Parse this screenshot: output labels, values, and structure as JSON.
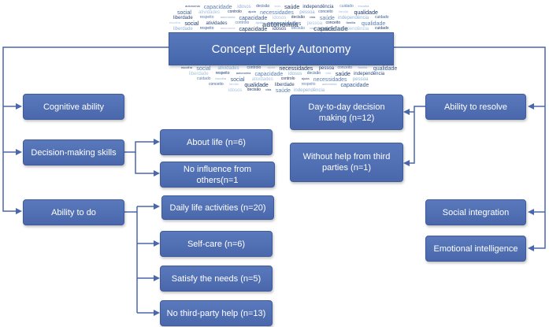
{
  "title": "Concept Elderly Autonomy",
  "word_cloud": [
    "autonomia",
    "capacidade",
    "idosos",
    "decisão",
    "vida",
    "saúde",
    "independência",
    "cuidado",
    "escolha",
    "social",
    "atividades",
    "controlo",
    "ajuda",
    "necessidades",
    "pessoa",
    "conceito",
    "família",
    "qualidade",
    "liberdade",
    "respeito"
  ],
  "left": {
    "cognitive": "Cognitive ability",
    "decision": "Decision-making skills",
    "do": "Ability to do"
  },
  "decision_children": [
    "About life (n=6)",
    "No influence from others(n=1"
  ],
  "do_children": [
    "Daily life activities (n=20)",
    "Self-care (n=6)",
    "Satisfy the needs (n=5)",
    "No third-party help (n=13)"
  ],
  "right": {
    "resolve": "Ability to resolve",
    "social": "Social integration",
    "emotional": "Emotional intelligence"
  },
  "resolve_children": [
    "Day-to-day decision making (n=12)",
    "Without help from third parties (n=1)"
  ],
  "colors": {
    "box": "#4e6db1",
    "line": "#4a67ab"
  }
}
